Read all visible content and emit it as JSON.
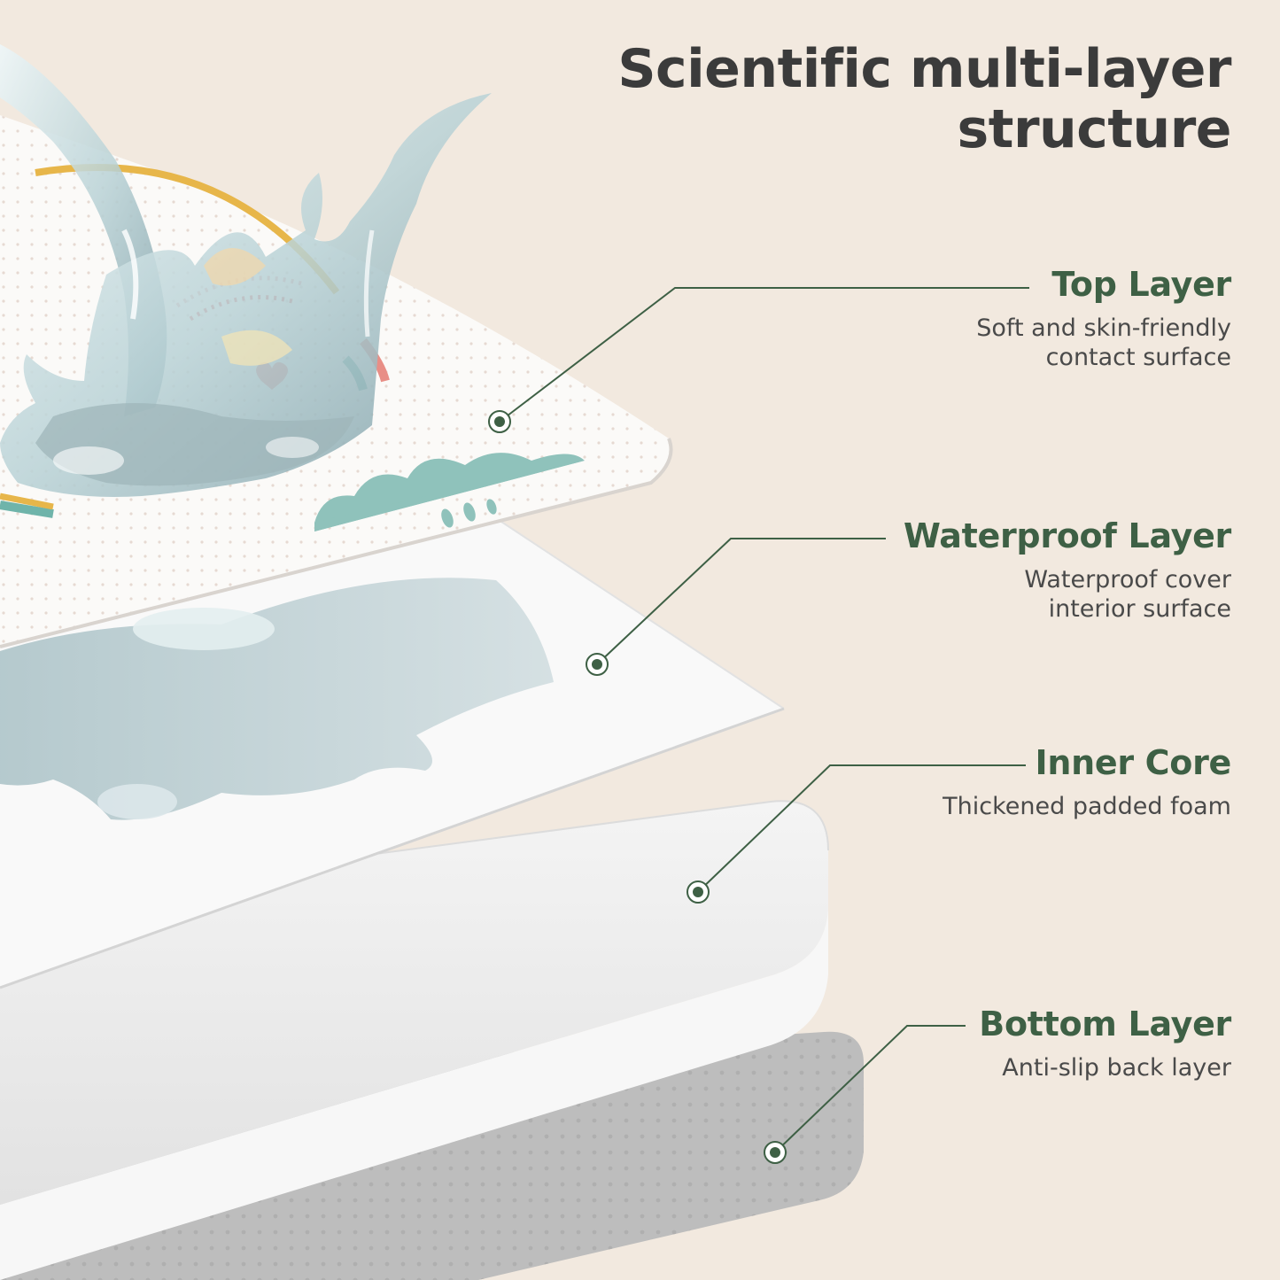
{
  "title": {
    "line1": "Scientific multi-layer",
    "line2": "structure"
  },
  "layers": [
    {
      "name": "Top Layer",
      "desc_line1": "Soft and skin-friendly",
      "desc_line2": "contact surface"
    },
    {
      "name": "Waterproof Layer",
      "desc_line1": "Waterproof cover",
      "desc_line2": "interior surface"
    },
    {
      "name": "Inner Core",
      "desc_line1": "Thickened padded foam"
    },
    {
      "name": "Bottom Layer",
      "desc_line1": "Anti-slip back layer"
    }
  ],
  "colors": {
    "background": "#f2e9df",
    "title": "#3b3b3b",
    "accent_green": "#3e6045",
    "body_text": "#4a4a4a"
  }
}
